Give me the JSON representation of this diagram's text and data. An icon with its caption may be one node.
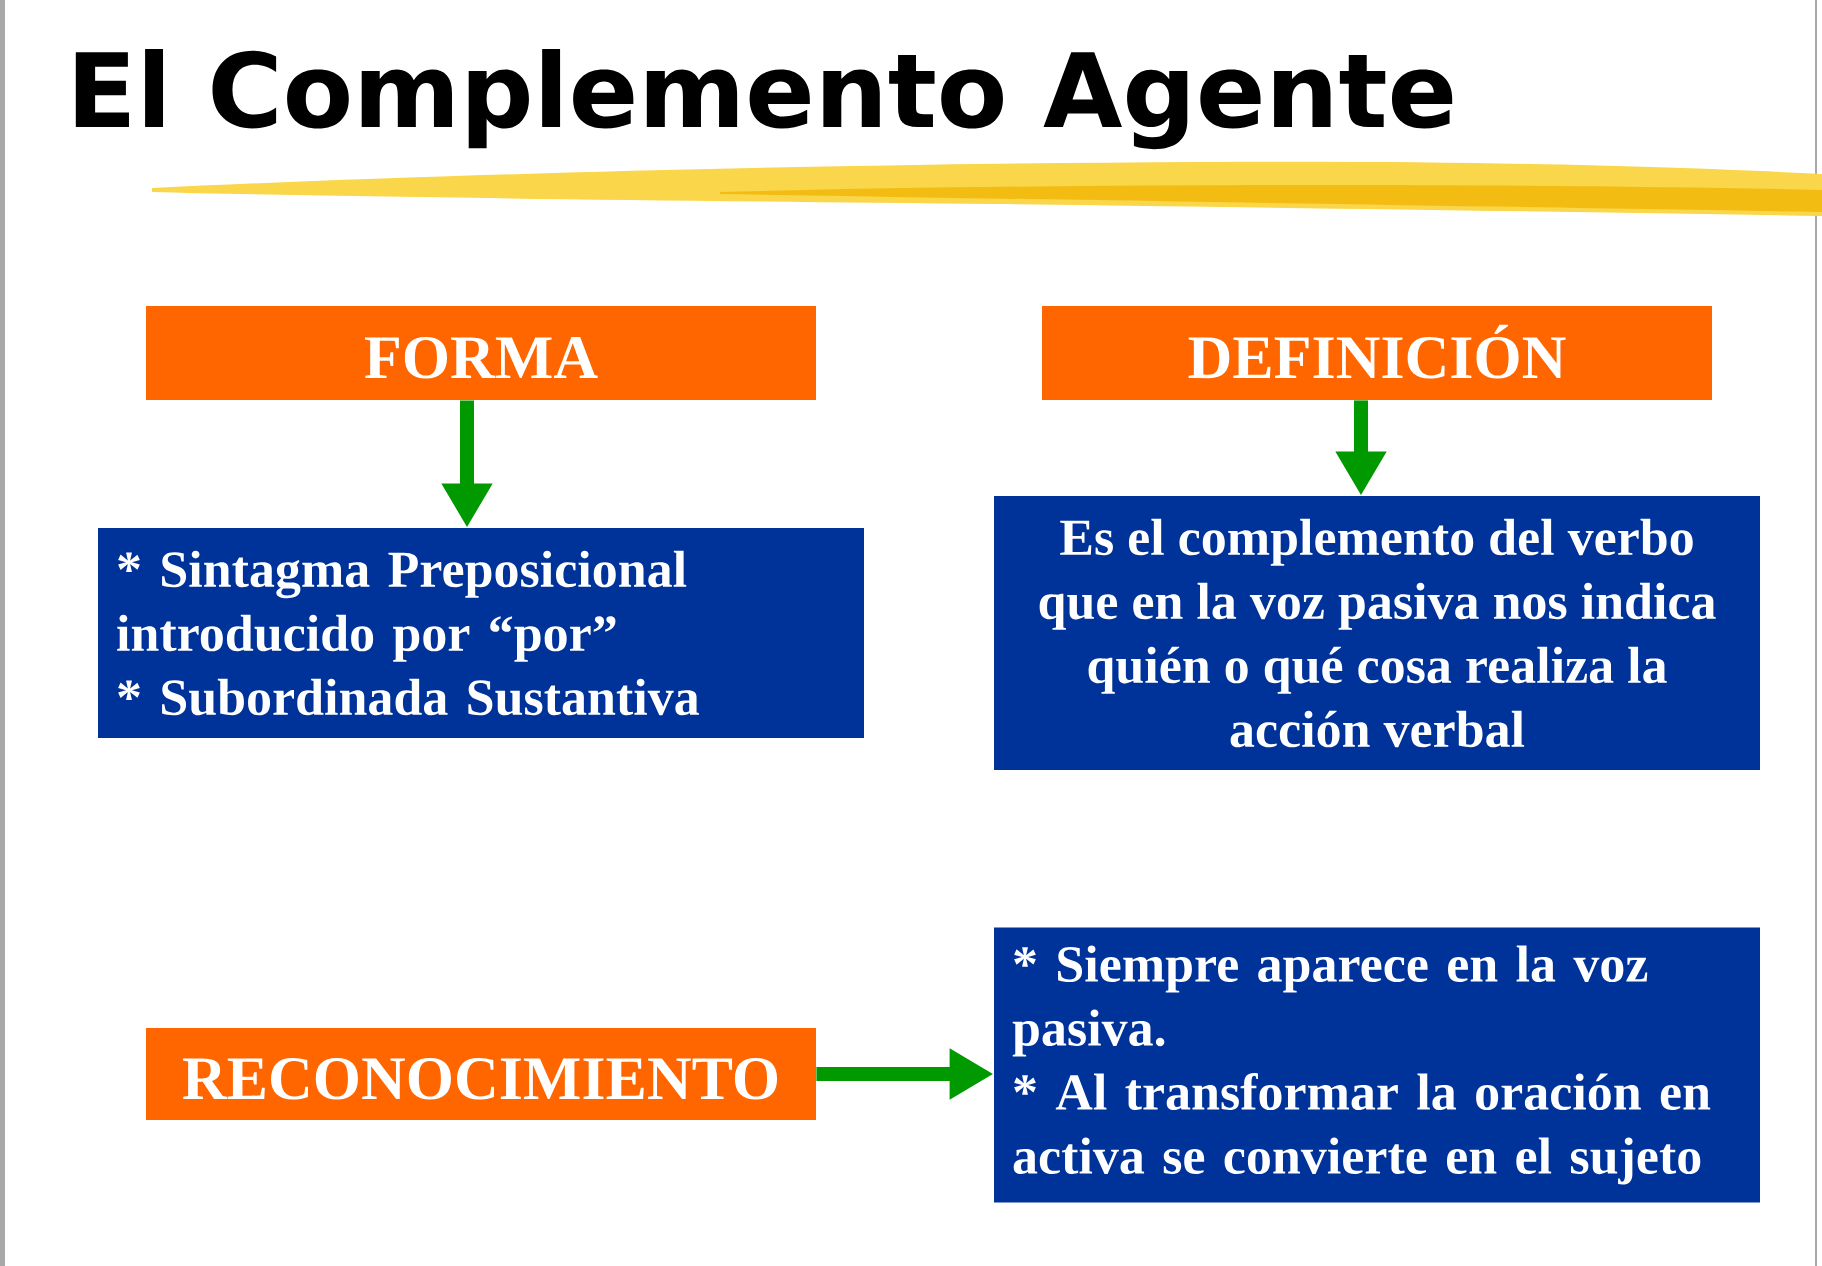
{
  "diagram": {
    "title": "El Complemento Agente",
    "nodes": [
      {
        "text": [
          "FORMA"
        ]
      },
      {
        "text": [
          "* Sintagma Preposicional introducido por “por”",
          "* Subordinada Sustantiva"
        ]
      },
      {
        "text": [
          "DEFINICIÓN"
        ]
      },
      {
        "text": [
          "Es el complemento del verbo que en la voz pasiva nos indica quién o qué cosa realiza la acción verbal"
        ]
      },
      {
        "text": [
          "RECONOCIMIENTO"
        ]
      },
      {
        "text": [
          "* Siempre aparece en la voz pasiva.",
          "* Al transformar la oración en activa se convierte en el sujeto"
        ]
      }
    ],
    "edges": [
      {
        "from": 0,
        "to": 1,
        "arrow": "to"
      },
      {
        "from": 2,
        "to": 3,
        "arrow": "to"
      },
      {
        "from": 4,
        "to": 5,
        "arrow": "to"
      }
    ]
  }
}
